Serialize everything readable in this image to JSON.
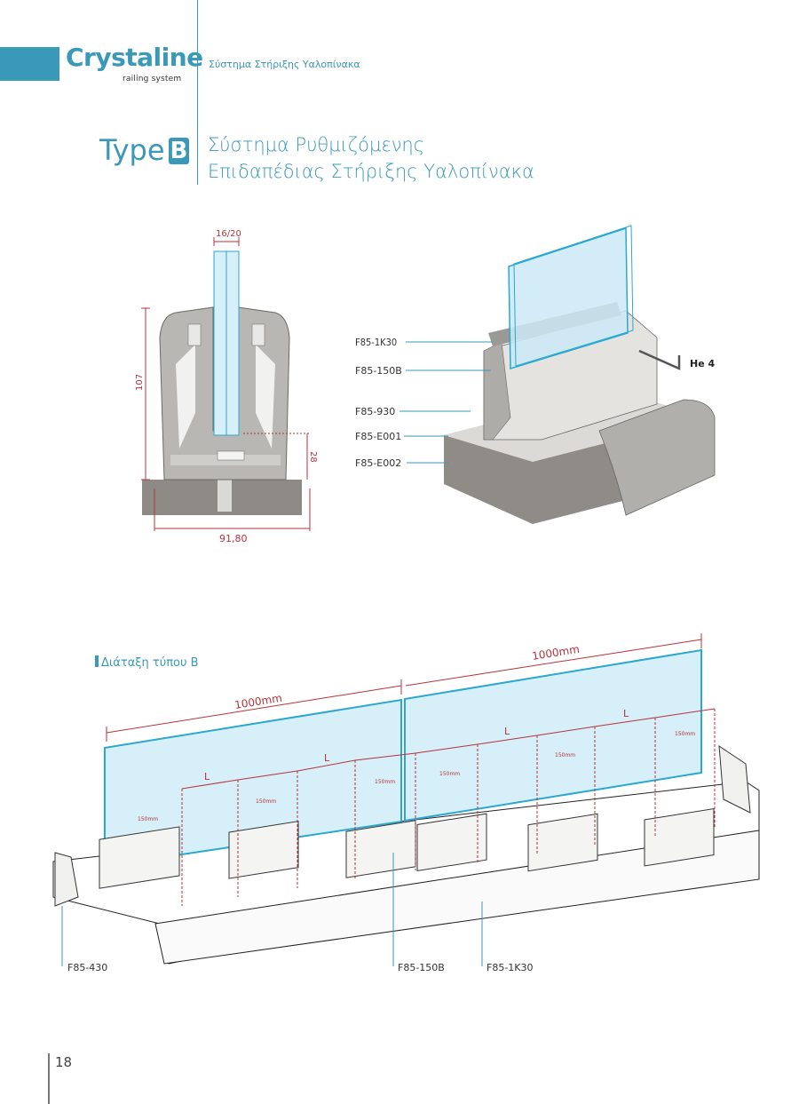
{
  "header": {
    "brand_name": "Crystaline",
    "brand_tagline": "railing system",
    "section_title": "Σύστημα Στήριξης Υαλοπίνακα"
  },
  "title_block": {
    "type_prefix": "Type",
    "type_letter": "B",
    "title_line1": "Σύστημα Ρυθμιζόμενης",
    "title_line2": "Επιδαπέδιας Στήριξης Υαλοπίνακα"
  },
  "cross_section": {
    "dim_glass": "16/20",
    "dim_height": "107",
    "dim_depth": "28",
    "dim_width": "91,80"
  },
  "iso_view": {
    "parts": [
      "F85-1K30",
      "F85-150B",
      "F85-930",
      "F85-E001",
      "F85-E002"
    ],
    "tool_label": "He 4"
  },
  "layout": {
    "section_label": "Διάταξη τύπου B",
    "panel_width_left": "1000mm",
    "panel_width_right": "1000mm",
    "spacing_label": "L",
    "gap_label": "150mm",
    "parts": [
      "F85-430",
      "F85-150B",
      "F85-1K30"
    ]
  },
  "footer": {
    "page_number": "18"
  },
  "colors": {
    "brand": "#3a98b8",
    "dimension": "#b8323a",
    "glass": "#d6eff8",
    "glass_edge": "#2aa8d0"
  }
}
